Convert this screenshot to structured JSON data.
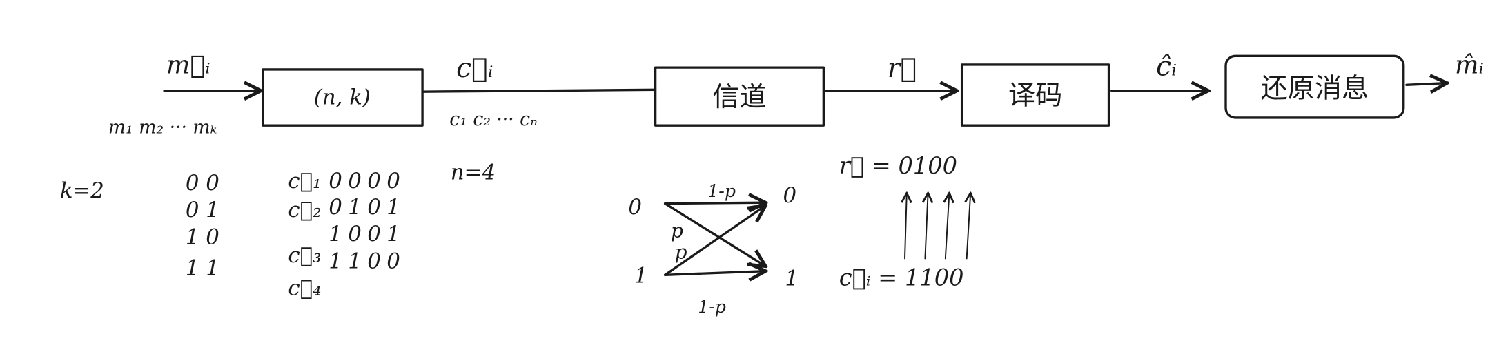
{
  "pipeline": {
    "input_label": "m⃗ᵢ",
    "input_components": "m₁ m₂ ··· mₖ",
    "encoder_label": "(n, k)",
    "codeword_label": "c⃗ᵢ",
    "codeword_components": "c₁ c₂ ··· cₙ",
    "channel_label": "信道",
    "received_label": "r⃗",
    "decoder_label": "译码",
    "estimate_label": "ĉᵢ",
    "restore_label": "还原消息",
    "output_label": "m̂ᵢ"
  },
  "code_table": {
    "k_label": "k=2",
    "n_label": "n=4",
    "messages": [
      "0 0",
      "0 1",
      "1 0",
      "1 1"
    ],
    "codeword_names": [
      "c⃗₁",
      "c⃗₂",
      "c⃗₃",
      "c⃗₄"
    ],
    "codewords": [
      "0000",
      "0101",
      "1001",
      "1100"
    ]
  },
  "bsc": {
    "input_0": "0",
    "input_1": "1",
    "output_0": "0",
    "output_1": "1",
    "label_top": "1-p",
    "label_cross_a": "p",
    "label_cross_b": "p",
    "label_bottom": "1-p"
  },
  "example": {
    "received": "r⃗ = 0100",
    "sent": "c⃗ᵢ = 1100"
  }
}
